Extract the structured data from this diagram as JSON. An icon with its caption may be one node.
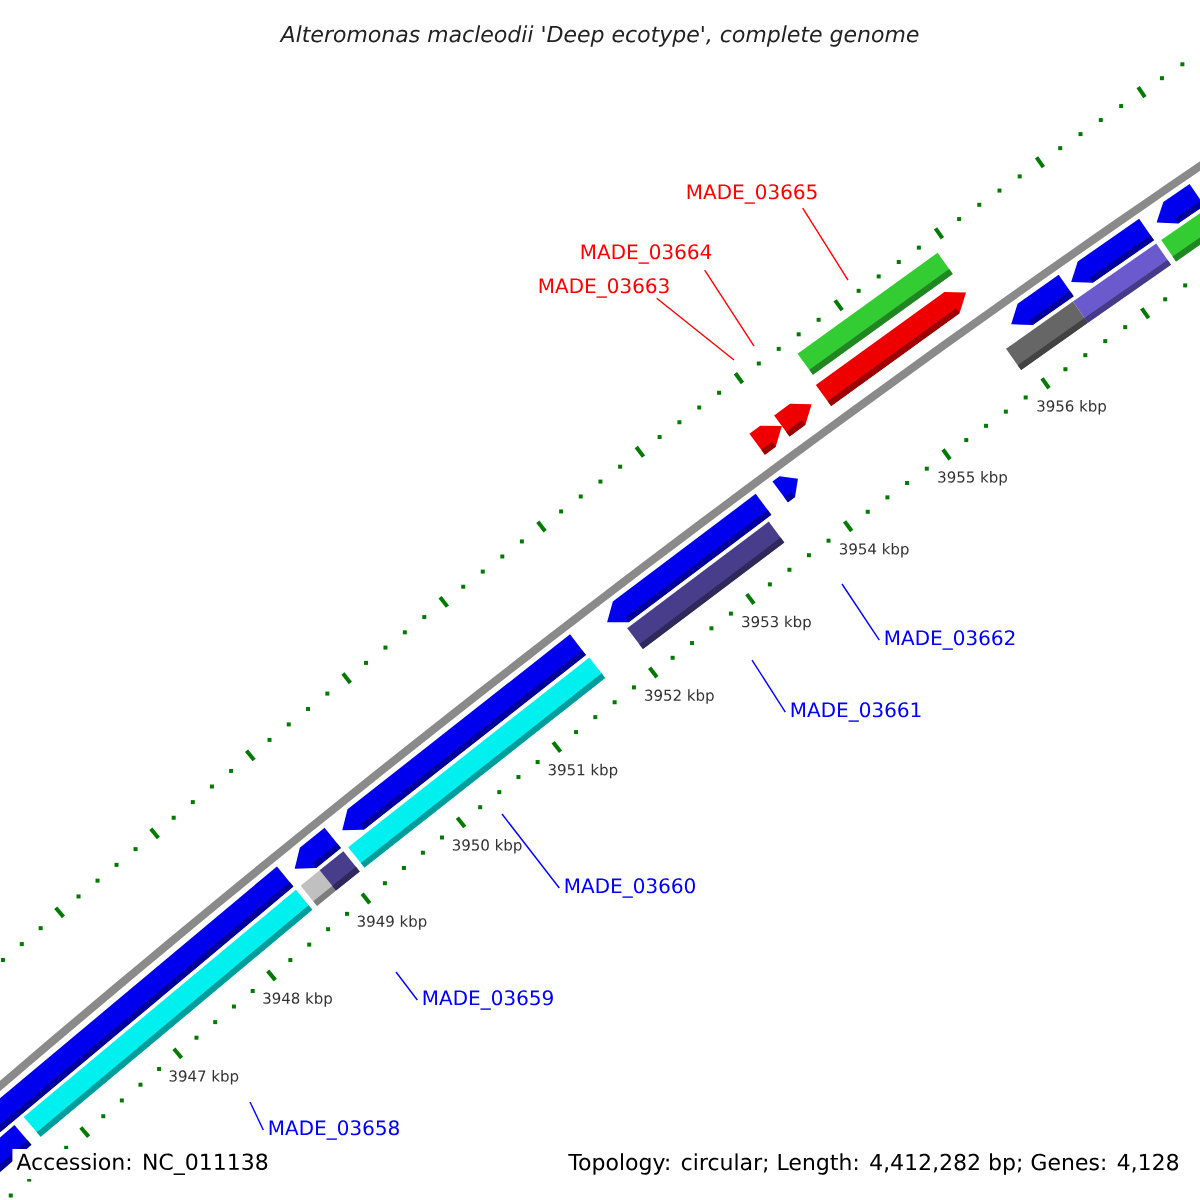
{
  "diagram": {
    "title": "Alteromonas macleodii 'Deep ecotype', complete genome",
    "nodes": [
      {
        "text": [
          "MADE_03665"
        ]
      },
      {
        "text": [
          "MADE_03664"
        ]
      },
      {
        "text": [
          "MADE_03663"
        ]
      },
      {
        "text": [
          "MADE_03662"
        ]
      },
      {
        "text": [
          "MADE_03661"
        ]
      },
      {
        "text": [
          "MADE_03660"
        ]
      },
      {
        "text": [
          "MADE_03659"
        ]
      },
      {
        "text": [
          "MADE_03658"
        ]
      }
    ],
    "edges": [
      {
        "from": 0,
        "to": null,
        "arrow": "none",
        "color": "#ff0000"
      },
      {
        "from": 1,
        "to": null,
        "arrow": "none",
        "color": "#ff0000"
      },
      {
        "from": 2,
        "to": null,
        "arrow": "none",
        "color": "#ff0000"
      },
      {
        "from": 3,
        "to": null,
        "arrow": "none"
      },
      {
        "from": 4,
        "to": null,
        "arrow": "none"
      },
      {
        "from": 5,
        "to": null,
        "arrow": "none"
      },
      {
        "from": 6,
        "to": null,
        "arrow": "none"
      },
      {
        "from": 7,
        "to": null,
        "arrow": "none"
      }
    ],
    "labels": [
      "3956 kbp",
      "3955 kbp",
      "3954 kbp",
      "3953 kbp",
      "3952 kbp",
      "3951 kbp",
      "3950 kbp",
      "3949 kbp",
      "3948 kbp",
      "3947 kbp",
      "Accession: NC_011138",
      "Topology: circular; Length: 4,412,282 bp; Genes: 4,128"
    ]
  }
}
